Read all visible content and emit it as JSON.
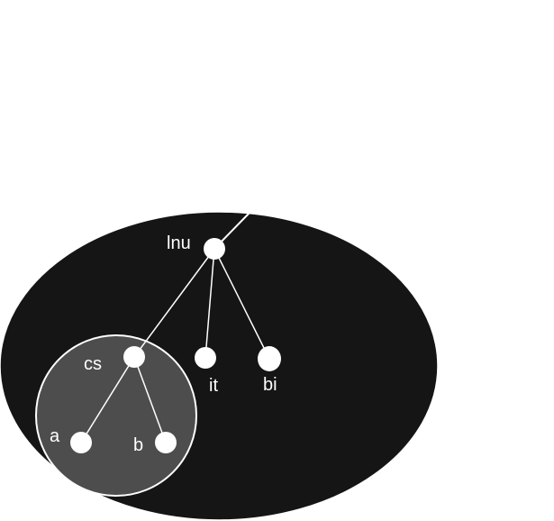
{
  "diagram": {
    "colors": {
      "background": "#ffffff",
      "outer_region": "#151515",
      "inner_region": "#4d4d4d",
      "edge": "#ffffff",
      "node": "#ffffff",
      "label": "#ffffff"
    },
    "nodes": [
      {
        "id": "lnu",
        "label": "lnu"
      },
      {
        "id": "cs",
        "label": "cs"
      },
      {
        "id": "it",
        "label": "it"
      },
      {
        "id": "bi",
        "label": "bi"
      },
      {
        "id": "a",
        "label": "a"
      },
      {
        "id": "b",
        "label": "b"
      }
    ],
    "edges": [
      {
        "from": "lnu",
        "to": "cs"
      },
      {
        "from": "lnu",
        "to": "it"
      },
      {
        "from": "lnu",
        "to": "bi"
      },
      {
        "from": "cs",
        "to": "a"
      },
      {
        "from": "cs",
        "to": "b"
      }
    ]
  }
}
